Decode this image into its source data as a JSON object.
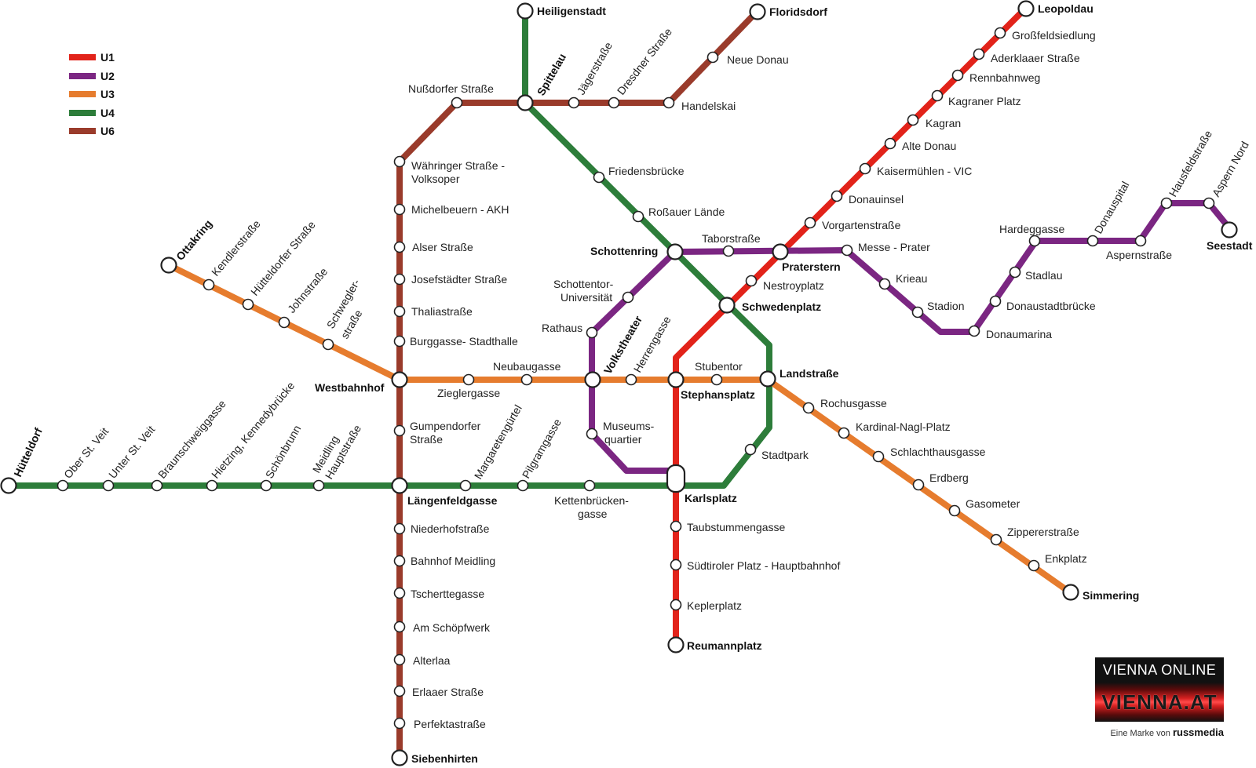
{
  "legend": [
    {
      "label": "U1",
      "color": "#e2231a"
    },
    {
      "label": "U2",
      "color": "#7b2682"
    },
    {
      "label": "U3",
      "color": "#e67c2e"
    },
    {
      "label": "U4",
      "color": "#2d7d3a"
    },
    {
      "label": "U6",
      "color": "#9a3b2b"
    }
  ],
  "stations": {
    "heiligenstadt": "Heiligenstadt",
    "floridsdorf": "Floridsdorf",
    "leopoldau": "Leopoldau",
    "grossfeldsiedlung": "Großfeldsiedlung",
    "aderklaaer": "Aderklaaer Straße",
    "rennbahnweg": "Rennbahnweg",
    "kagraner_platz": "Kagraner Platz",
    "kagran": "Kagran",
    "alte_donau": "Alte Donau",
    "kaisermuehlen": "Kaisermühlen - VIC",
    "donauinsel": "Donauinsel",
    "vorgartenstrasse": "Vorgartenstraße",
    "praterstern": "Praterstern",
    "nestroyplatz": "Nestroyplatz",
    "schwedenplatz": "Schwedenplatz",
    "stephansplatz": "Stephansplatz",
    "karlsplatz": "Karlsplatz",
    "taubstummengasse": "Taubstummengasse",
    "suedtiroler": "Südtiroler Platz - Hauptbahnhof",
    "keplerplatz": "Keplerplatz",
    "reumannplatz": "Reumannplatz",
    "neue_donau": "Neue Donau",
    "handelskai": "Handelskai",
    "dresdner": "Dresdner Straße",
    "jaegerstrasse": "Jägerstraße",
    "spittelau": "Spittelau",
    "nussdorfer": "Nußdorfer Straße",
    "waehringer_1": "Währinger Straße -",
    "waehringer_2": "Volksoper",
    "michelbeuern": "Michelbeuern - AKH",
    "alser": "Alser Straße",
    "josefstaedter": "Josefstädter Straße",
    "thalia": "Thaliastraße",
    "burggasse": "Burggasse- Stadthalle",
    "westbahnhof": "Westbahnhof",
    "gumpendorfer_1": "Gumpendorfer",
    "gumpendorfer_2": "Straße",
    "laengenfeldgasse": "Längenfeldgasse",
    "niederhof": "Niederhofstraße",
    "bahnhof_meidling": "Bahnhof Meidling",
    "tscherttegasse": "Tscherttegasse",
    "am_schoepfwerk": "Am Schöpfwerk",
    "alterlaa": "Alterlaa",
    "erlaaer": "Erlaaer Straße",
    "perfekta": "Perfektastraße",
    "siebenhirten": "Siebenhirten",
    "friedensbruecke": "Friedensbrücke",
    "rossauer": "Roßauer Lände",
    "schottenring": "Schottenring",
    "taborstrasse": "Taborstraße",
    "landstrasse": "Landstraße",
    "stadtpark": "Stadtpark",
    "kettenbruecken_1": "Kettenbrücken-",
    "kettenbruecken_2": "gasse",
    "pilgramgasse": "Pilgramgasse",
    "margaretenguertel": "Margaretengürtel",
    "meidling_hpt_1": "Meidling",
    "meidling_hpt_2": "Hauptstraße",
    "schoenbrunn": "Schönbrunn",
    "hietzing": "Hietzing, Kennedybrücke",
    "braunschweig": "Braunschweiggasse",
    "unter_st_veit": "Unter St. Veit",
    "ober_st_veit": "Ober St. Veit",
    "huetteldorf": "Hütteldorf",
    "ottakring": "Ottakring",
    "kendler": "Kendlerstraße",
    "huetteldorfer": "Hütteldorfer Straße",
    "johnstrasse": "Johnstraße",
    "schwegler_1": "Schwegler-",
    "schwegler_2": "straße",
    "zieglergasse": "Zieglergasse",
    "neubaugasse": "Neubaugasse",
    "volkstheater": "Volkstheater",
    "herrengasse": "Herrengasse",
    "stubentor": "Stubentor",
    "rochusgasse": "Rochusgasse",
    "kardinal_nagl": "Kardinal-Nagl-Platz",
    "schlachthaus": "Schlachthausgasse",
    "erdberg": "Erdberg",
    "gasometer": "Gasometer",
    "zippererstrasse": "Zippererstraße",
    "enkplatz": "Enkplatz",
    "simmering": "Simmering",
    "schottentor_1": "Schottentor-",
    "schottentor_2": "Universität",
    "rathaus": "Rathaus",
    "museumsquartier_1": "Museums-",
    "museumsquartier_2": "quartier",
    "messe_prater": "Messe - Prater",
    "krieau": "Krieau",
    "stadion": "Stadion",
    "donaumarina": "Donaumarina",
    "donaustadtbruecke": "Donaustadtbrücke",
    "stadlau": "Stadlau",
    "hardeggasse": "Hardeggasse",
    "donauspital": "Donauspital",
    "aspernstrasse": "Aspernstraße",
    "hausfeldstrasse": "Hausfeldstraße",
    "aspern_nord": "Aspern Nord",
    "seestadt": "Seestadt"
  },
  "brand": {
    "top": "VIENNA ONLINE",
    "main": "VIENNA.AT",
    "sub_prefix": "Eine Marke von",
    "sub_brand": "russmedia"
  }
}
